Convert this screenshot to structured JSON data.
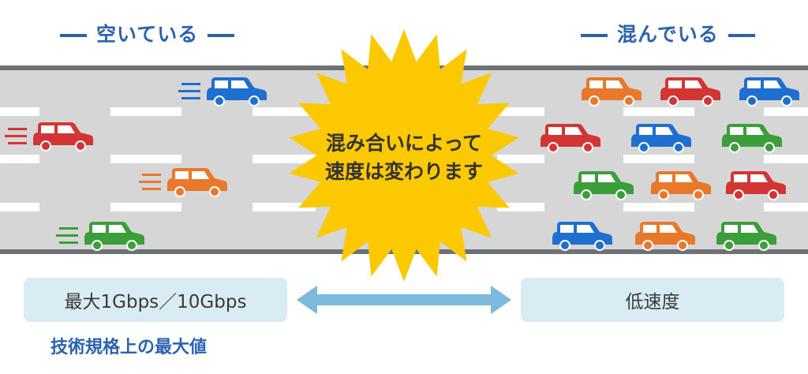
{
  "headings": {
    "left": "空いている",
    "right": "混んでいる"
  },
  "burst": {
    "line1": "混み合いによって",
    "line2": "速度は変わります"
  },
  "speed_boxes": {
    "left": "最大1Gbps／10Gbps",
    "right": "低速度"
  },
  "note": "技術規格上の最大値",
  "colors": {
    "accent": "#2a64b0",
    "road": "#d6d6d6",
    "road_edge": "#6e7276",
    "burst": "#fcc800",
    "arrow": "#7bbadc",
    "box": "#d9ebf3",
    "car_blue": "#1e6fd0",
    "car_red": "#d33434",
    "car_orange": "#e8792a",
    "car_green": "#3a9e3a"
  },
  "cars": {
    "left": [
      "blue",
      "red",
      "orange",
      "green"
    ],
    "right": [
      "orange",
      "red",
      "blue",
      "red",
      "blue",
      "green",
      "green",
      "orange",
      "red",
      "blue",
      "orange",
      "green"
    ]
  }
}
